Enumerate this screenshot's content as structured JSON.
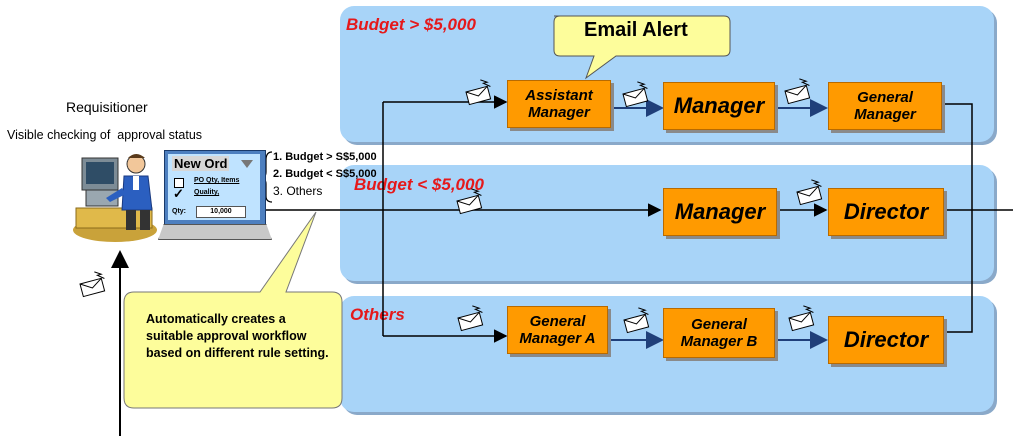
{
  "requisitioner": {
    "title": "Requisitioner",
    "subtitle": "Visible checking of  approval status"
  },
  "form": {
    "title": "New Ord",
    "item1": "PO Qty, Items",
    "item2": "Quality,",
    "qty_label": "Qty:",
    "qty_value": "10,000"
  },
  "rules": [
    "1. Budget > S$5,000",
    "2. Budget < S$5,000",
    "3. Others"
  ],
  "lanes": {
    "top": {
      "label": "Budget > $5,000"
    },
    "middle": {
      "label": "Budget < $5,000"
    },
    "bottom": {
      "label": "Others"
    }
  },
  "email_alert": "Email Alert",
  "callout_text": "Automatically creates a suitable approval workflow based on different rule setting.",
  "nodes": {
    "top": [
      "Assistant Manager",
      "Manager",
      "General Manager"
    ],
    "middle": [
      "Manager",
      "Director"
    ],
    "bottom": [
      "General Manager A",
      "General Manager B",
      "Director"
    ]
  },
  "colors": {
    "lane": "#a8d4f8",
    "node": "#ff9a00",
    "lane_label": "#e5191b",
    "callout": "#fdfd9b"
  }
}
